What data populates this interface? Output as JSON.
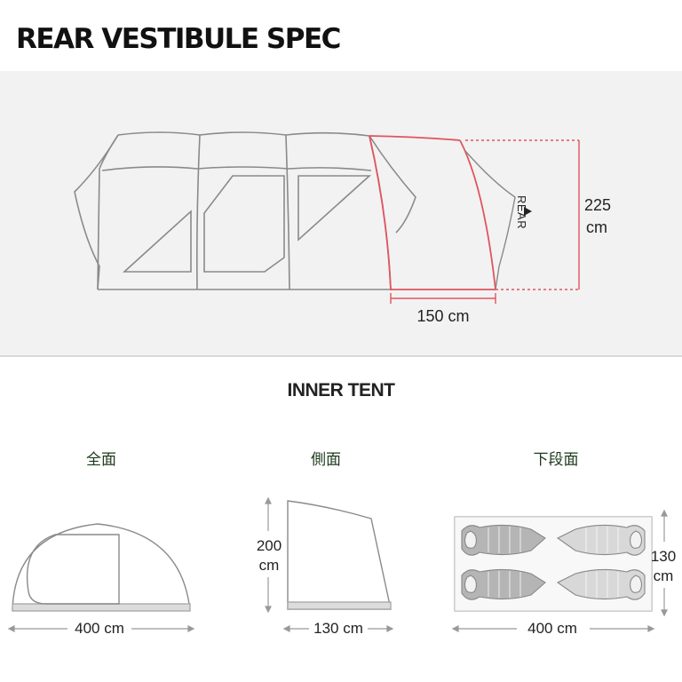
{
  "header": {
    "title": "REAR VESTIBULE SPEC"
  },
  "rear_vestibule": {
    "rear_label": "REAR",
    "height_dim": [
      "225",
      "cm"
    ],
    "depth_dim": "150 cm"
  },
  "inner_tent": {
    "title": "INNER TENT",
    "views": [
      {
        "label": "全面",
        "width_dim": "400 cm"
      },
      {
        "label": "側面",
        "height_dim": [
          "200",
          "cm"
        ],
        "width_dim": "130 cm"
      },
      {
        "label": "下段面",
        "height_dim": [
          "130",
          "cm"
        ],
        "width_dim": "400 cm"
      }
    ]
  },
  "colors": {
    "accent_red": "#e0545f",
    "outline": "#8a8a8a",
    "panel_bg": "#f2f2f2"
  }
}
